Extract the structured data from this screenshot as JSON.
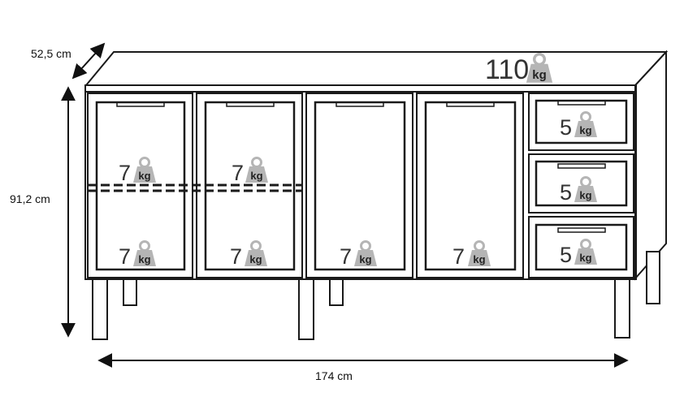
{
  "dimensions": {
    "depth": "52,5 cm",
    "height": "91,2 cm",
    "width": "174 cm"
  },
  "unit_label": "kg",
  "load_top": "110",
  "loads": {
    "door1_upper": "7",
    "door1_lower": "7",
    "door2_upper": "7",
    "door2_lower": "7",
    "door3": "7",
    "door4": "7",
    "drawer1": "5",
    "drawer2": "5",
    "drawer3": "5"
  },
  "colors": {
    "line": "#1a1a1a",
    "weight_icon": "#b5b5b5",
    "text": "#333333"
  }
}
